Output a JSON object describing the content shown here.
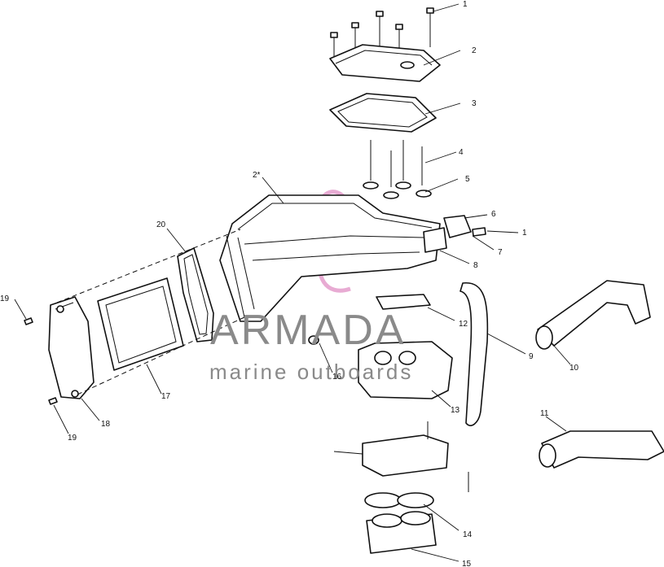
{
  "watermark": {
    "title": "ARMADA",
    "subtitle": "marine outboards",
    "logo_color": "#e6a3cf",
    "text_color": "#8a8a8a"
  },
  "callouts": [
    {
      "id": "c1a",
      "label": "1"
    },
    {
      "id": "c2",
      "label": "2"
    },
    {
      "id": "c3",
      "label": "3"
    },
    {
      "id": "c4",
      "label": "4"
    },
    {
      "id": "c5",
      "label": "5"
    },
    {
      "id": "c2s",
      "label": "2*"
    },
    {
      "id": "c6",
      "label": "6"
    },
    {
      "id": "c1b",
      "label": "1"
    },
    {
      "id": "c7",
      "label": "7"
    },
    {
      "id": "c8",
      "label": "8"
    },
    {
      "id": "c20",
      "label": "20"
    },
    {
      "id": "c19a",
      "label": "19"
    },
    {
      "id": "c12",
      "label": "12"
    },
    {
      "id": "c9",
      "label": "9"
    },
    {
      "id": "c10",
      "label": "10"
    },
    {
      "id": "c16",
      "label": "16"
    },
    {
      "id": "c13",
      "label": "13"
    },
    {
      "id": "c17",
      "label": "17"
    },
    {
      "id": "c18",
      "label": "18"
    },
    {
      "id": "c19b",
      "label": "19"
    },
    {
      "id": "c11",
      "label": "11"
    },
    {
      "id": "c14",
      "label": "14"
    },
    {
      "id": "c15",
      "label": "15"
    }
  ]
}
